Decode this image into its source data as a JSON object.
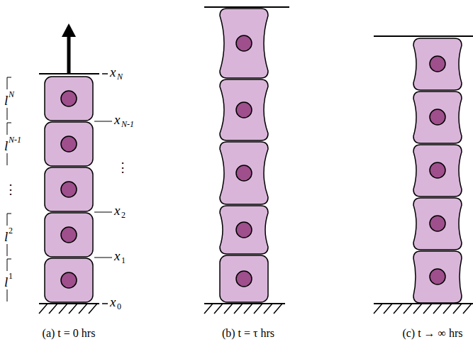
{
  "diagram": {
    "labels": [
      "x",
      "N",
      "x",
      "N-1",
      "⋮",
      "x",
      "2",
      "x",
      "1",
      "x",
      "0",
      "l",
      "N",
      "l",
      "N-1",
      "⋮",
      "l",
      "2",
      "l",
      "1",
      "(a) t = 0 hrs",
      "(b) t = τ hrs",
      "(c) t → ∞ hrs"
    ]
  }
}
